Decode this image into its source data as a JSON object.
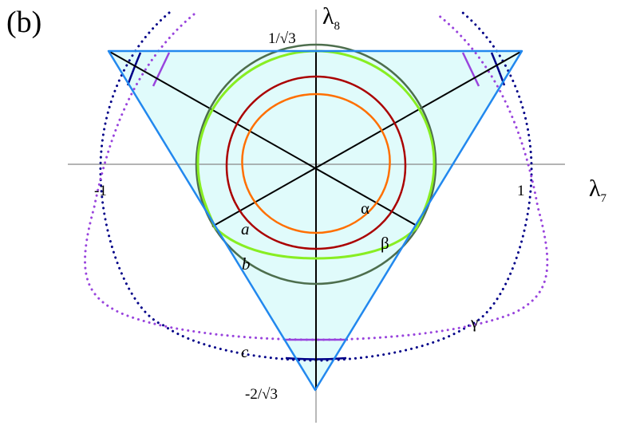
{
  "figure": {
    "panel_label": "(b)",
    "x_axis": {
      "symbol": "λ",
      "subscript": "7"
    },
    "y_axis": {
      "symbol": "λ",
      "subscript": "8"
    },
    "ticks": {
      "x_neg": "-1",
      "x_pos": "1",
      "y_top": "1/√3",
      "y_bottom": "-2/√3"
    },
    "curve_labels": {
      "alpha": "α",
      "beta": "β",
      "gamma": "γ",
      "a": "a",
      "b": "b",
      "c": "c"
    },
    "colors": {
      "triangle_edge": "#2288ee",
      "triangle_fill": "#e0fbfb",
      "axis": "#888888",
      "median_lines": "#000000",
      "circle_outer": "#4d6e4d",
      "curve_green": "#88ee22",
      "curve_darkred": "#aa0000",
      "curve_orange": "#ff6f00",
      "dotted_navy": "#000088",
      "dotted_purple": "#9944dd"
    }
  }
}
